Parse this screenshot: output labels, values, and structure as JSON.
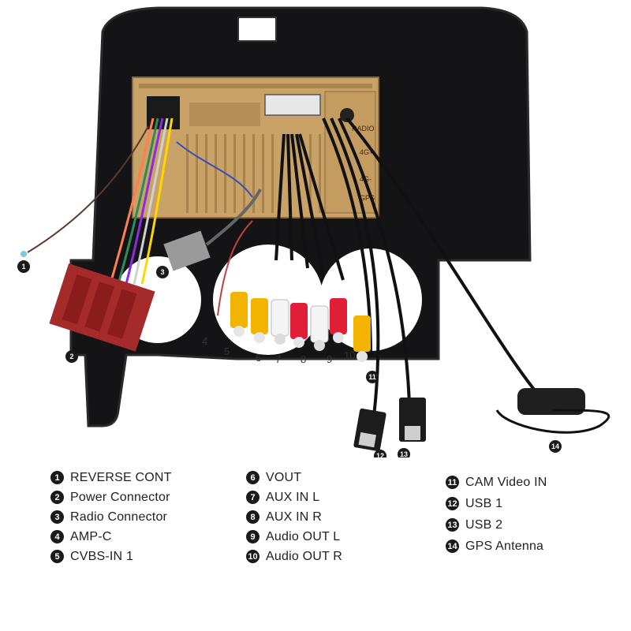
{
  "panel_labels": {
    "radio": "RADIO",
    "4g_plus": "4G+",
    "4g_minus": "4G-",
    "gps": "GPS"
  },
  "callouts": [
    "4",
    "5",
    "6",
    "7",
    "8",
    "9",
    "10"
  ],
  "legend": [
    {
      "num": "1",
      "label": "REVERSE CONT"
    },
    {
      "num": "2",
      "label": "Power Connector"
    },
    {
      "num": "3",
      "label": "Radio Connector"
    },
    {
      "num": "4",
      "label": "AMP-C"
    },
    {
      "num": "5",
      "label": "CVBS-IN 1"
    },
    {
      "num": "6",
      "label": "VOUT"
    },
    {
      "num": "7",
      "label": "AUX IN L"
    },
    {
      "num": "8",
      "label": "AUX IN R"
    },
    {
      "num": "9",
      "label": "Audio OUT L"
    },
    {
      "num": "10",
      "label": "Audio OUT R"
    },
    {
      "num": "11",
      "label": "CAM Video IN"
    },
    {
      "num": "12",
      "label": "USB 1"
    },
    {
      "num": "13",
      "label": "USB 2"
    },
    {
      "num": "14",
      "label": "GPS Antenna"
    }
  ]
}
